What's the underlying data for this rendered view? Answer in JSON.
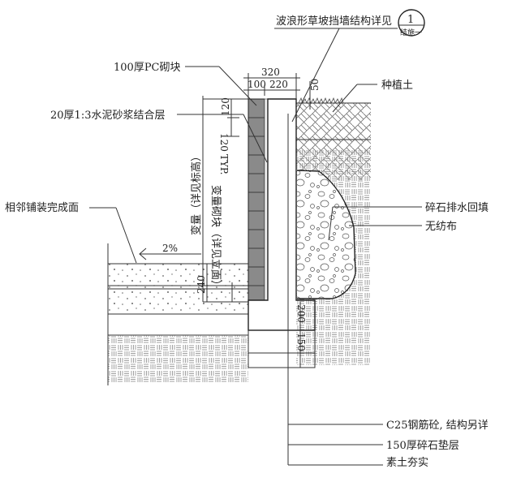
{
  "title_ref": {
    "text": "波浪形草坡挡墙结构详见",
    "detail_number": "1",
    "sheet": "结施一"
  },
  "labels": {
    "pc_block": "100厚PC砌块",
    "mortar": "20厚1:3水泥砂浆结合层",
    "adjacent_paving": "相邻铺装完成面",
    "planting_soil": "种植土",
    "gravel_backfill": "碎石排水回填",
    "geotextile": "无纺布",
    "concrete": "C25钢筋砼, 结构另详",
    "gravel_bed": "150厚碎石垫层",
    "compacted_soil": "素土夯实"
  },
  "dimensions": {
    "total_width": "320",
    "block_width": "100",
    "wall_width": "220",
    "offset": "50",
    "block_h1": "120",
    "block_h2": "120",
    "typ": "TYP.",
    "variable_height": "变量（详见标高）",
    "variable_blocks": "变量砌块（详见立面）",
    "paving_depth": "240",
    "slope": "2%",
    "footing_depth": "200",
    "gravel_depth": "150"
  },
  "colors": {
    "line": "#222222",
    "block": "#8a8a8a"
  }
}
